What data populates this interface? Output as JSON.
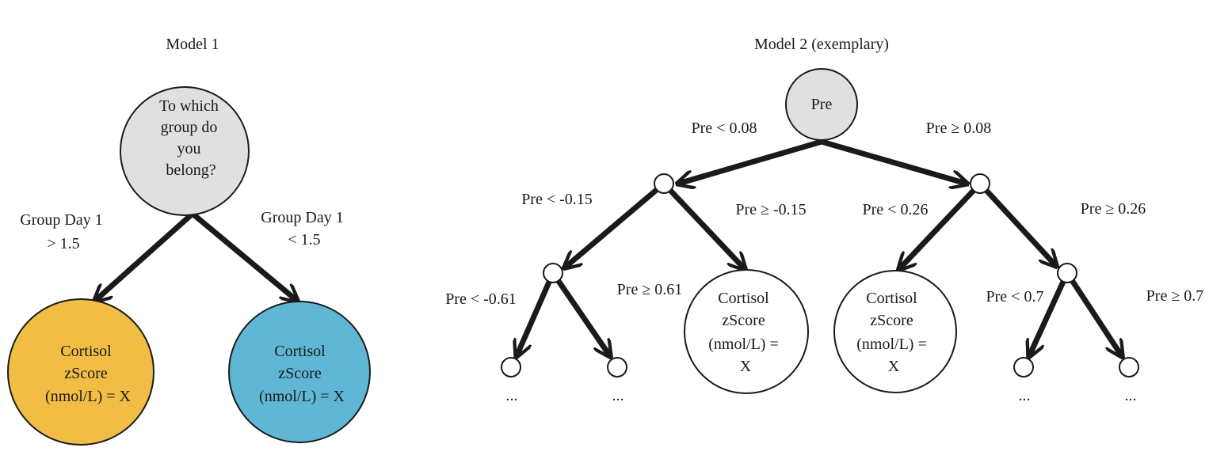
{
  "colors": {
    "background": "#ffffff",
    "edge": "#1a1a1a",
    "node_gray": "#e0e0e0",
    "node_orange": "#f1bd45",
    "node_blue": "#5fb7d5",
    "node_white": "#ffffff"
  },
  "model1": {
    "title": "Model 1",
    "root_label": [
      "To which",
      "group do",
      "you",
      "belong?"
    ],
    "left_edge_label": [
      "Group Day 1",
      "> 1.5"
    ],
    "right_edge_label": [
      "Group Day 1",
      "< 1.5"
    ],
    "left_leaf_label": [
      "Cortisol",
      "zScore",
      "(nmol/L) = X"
    ],
    "right_leaf_label": [
      "Cortisol",
      "zScore",
      "(nmol/L) = X"
    ]
  },
  "model2": {
    "title": "Model 2 (exemplary)",
    "root_label": "Pre",
    "edge_labels": {
      "root_left": "Pre < 0.08",
      "root_right": "Pre ≥ 0.08",
      "a_left": "Pre < -0.15",
      "a_right": "Pre ≥ -0.15",
      "b_left": "Pre < 0.26",
      "b_right": "Pre ≥ 0.26",
      "c_left": "Pre < -0.61",
      "c_right": "Pre ≥ 0.61",
      "d_left": "Pre < 0.7",
      "d_right": "Pre ≥ 0.7"
    },
    "leaf_label": [
      "Cortisol",
      "zScore",
      "(nmol/L) =",
      "X"
    ],
    "ellipsis": "..."
  }
}
